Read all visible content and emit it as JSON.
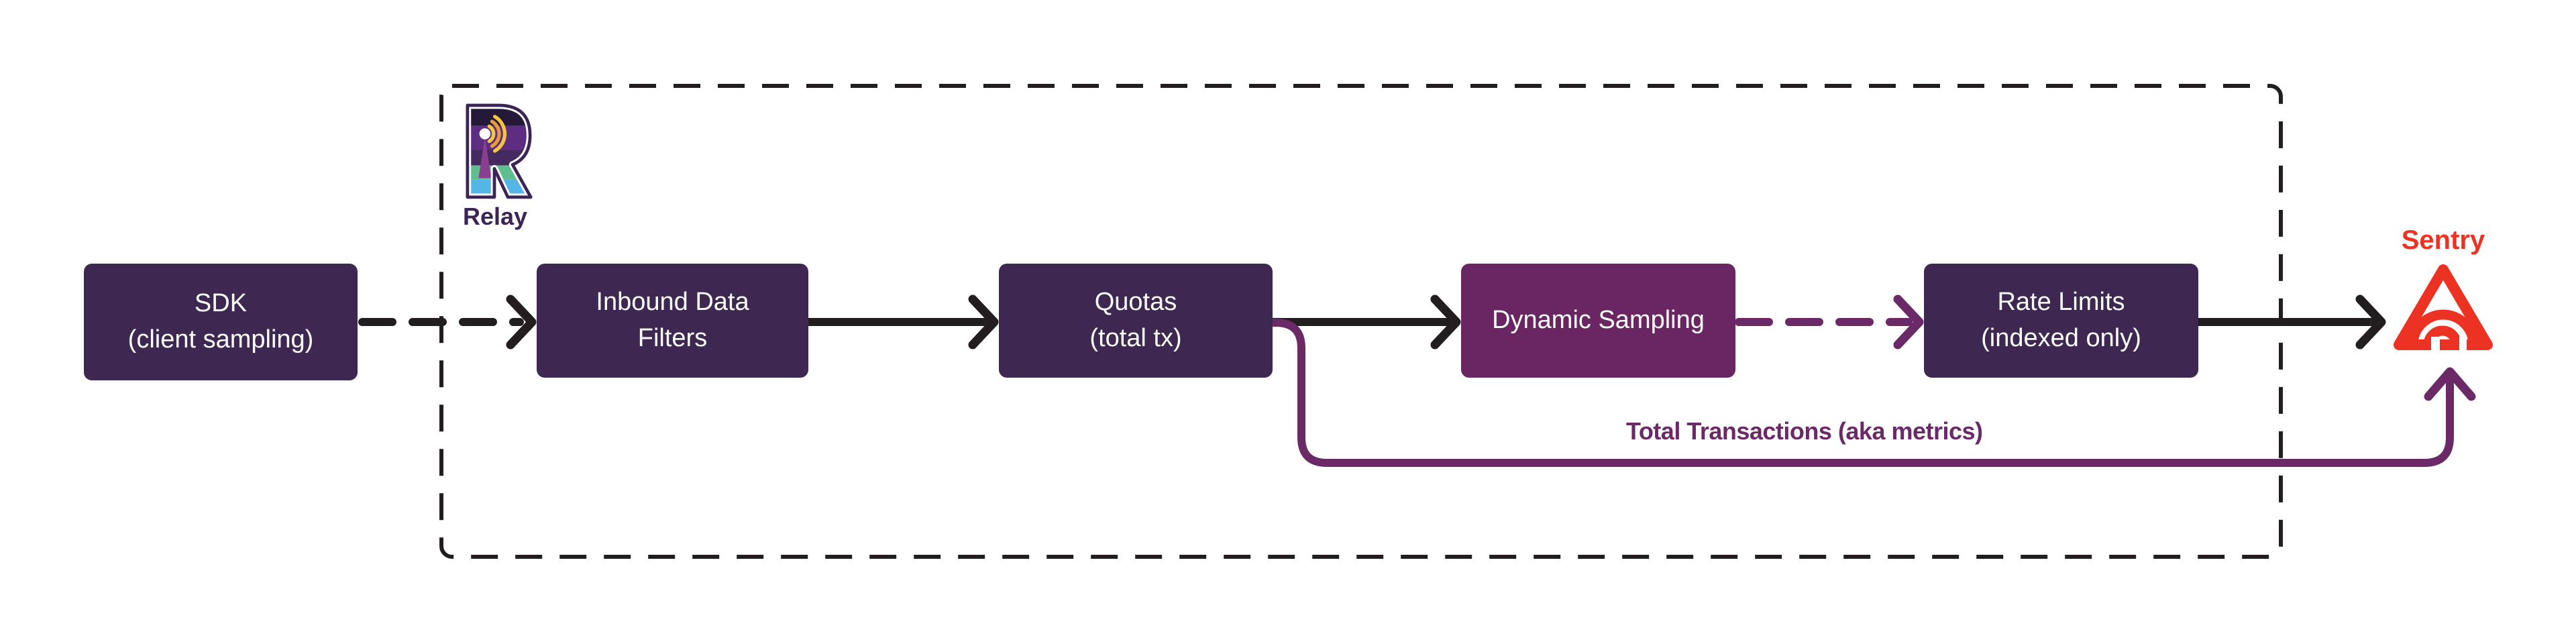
{
  "relay": {
    "label": "Relay"
  },
  "sentry": {
    "label": "Sentry"
  },
  "nodes": [
    {
      "line1": "SDK",
      "line2": "(client sampling)"
    },
    {
      "line1": "Inbound Data",
      "line2": "Filters"
    },
    {
      "line1": "Quotas",
      "line2": "(total tx)"
    },
    {
      "line1": "Dynamic Sampling",
      "line2": ""
    },
    {
      "line1": "Rate Limits",
      "line2": "(indexed only)"
    }
  ],
  "edges": {
    "metrics_label": "Total Transactions (aka metrics)"
  },
  "colors": {
    "background": "#FFFFFF",
    "node_dark": "#3E2751",
    "node_magenta": "#692663",
    "line_black": "#221E20",
    "accent_purple": "#6B2A67",
    "sentry_red": "#EC3323",
    "relay_purple": "#3B2456"
  }
}
